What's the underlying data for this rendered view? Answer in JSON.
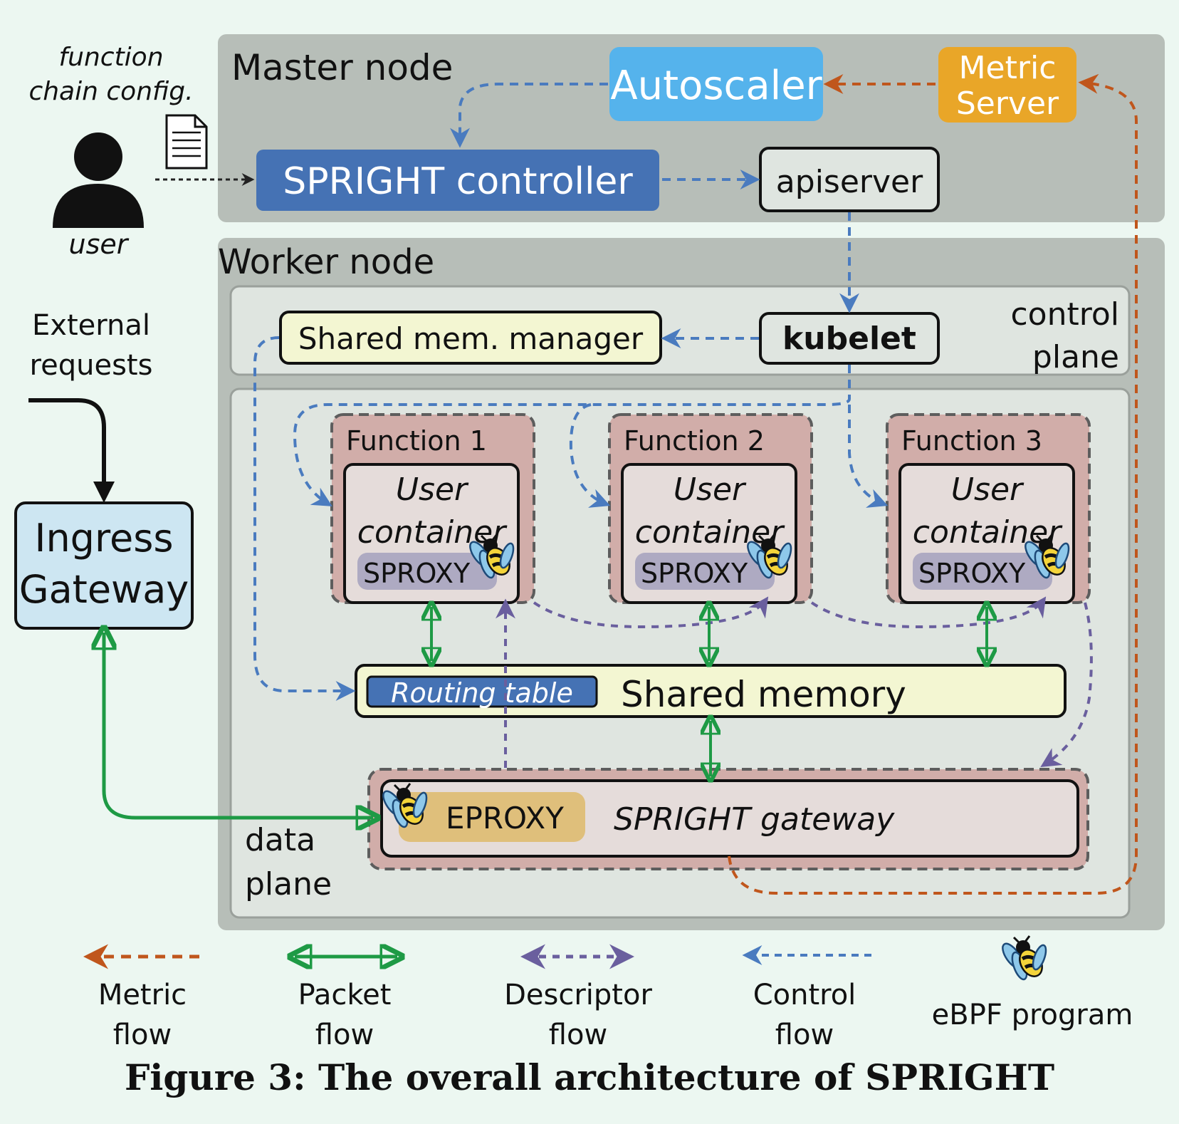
{
  "user": {
    "config_line1": "function",
    "config_line2": "chain config.",
    "label": "user"
  },
  "external": {
    "line1": "External",
    "line2": "requests"
  },
  "ingress": {
    "line1": "Ingress",
    "line2": "Gateway"
  },
  "master": {
    "title": "Master node",
    "autoscaler": "Autoscaler",
    "metric_server_line1": "Metric",
    "metric_server_line2": "Server",
    "controller": "SPRIGHT controller",
    "apiserver": "apiserver"
  },
  "worker": {
    "title": "Worker node",
    "control_plane_line1": "control",
    "control_plane_line2": "plane",
    "shm_manager": "Shared mem. manager",
    "kubelet": "kubelet",
    "data_plane_line1": "data",
    "data_plane_line2": "plane",
    "functions": [
      {
        "title": "Function 1",
        "user_line1": "User",
        "user_line2": "container",
        "sproxy": "SPROXY"
      },
      {
        "title": "Function 2",
        "user_line1": "User",
        "user_line2": "container",
        "sproxy": "SPROXY"
      },
      {
        "title": "Function 3",
        "user_line1": "User",
        "user_line2": "container",
        "sproxy": "SPROXY"
      }
    ],
    "routing_table": "Routing table",
    "shared_memory": "Shared memory",
    "eproxy": "EPROXY",
    "gateway": "SPRIGHT gateway"
  },
  "legend": {
    "metric_line1": "Metric",
    "metric_line2": "flow",
    "packet_line1": "Packet",
    "packet_line2": "flow",
    "descriptor_line1": "Descriptor",
    "descriptor_line2": "flow",
    "control_line1": "Control",
    "control_line2": "flow",
    "ebpf": "eBPF program"
  },
  "caption": "Figure 3: The overall architecture of SPRIGHT",
  "colors": {
    "metric_flow": "#c0561c",
    "packet_flow": "#1e9a45",
    "descriptor_flow": "#6a5f9e",
    "control_flow": "#4a7bbf",
    "controller_box": "#4572b4",
    "autoscaler_box": "#55b3ec",
    "metric_box": "#e9a628",
    "ingress_box": "#cde6f2",
    "function_box": "#d1ada9",
    "shared_memory_box": "#f3f6d2",
    "node_gray": "#b7beb8"
  }
}
